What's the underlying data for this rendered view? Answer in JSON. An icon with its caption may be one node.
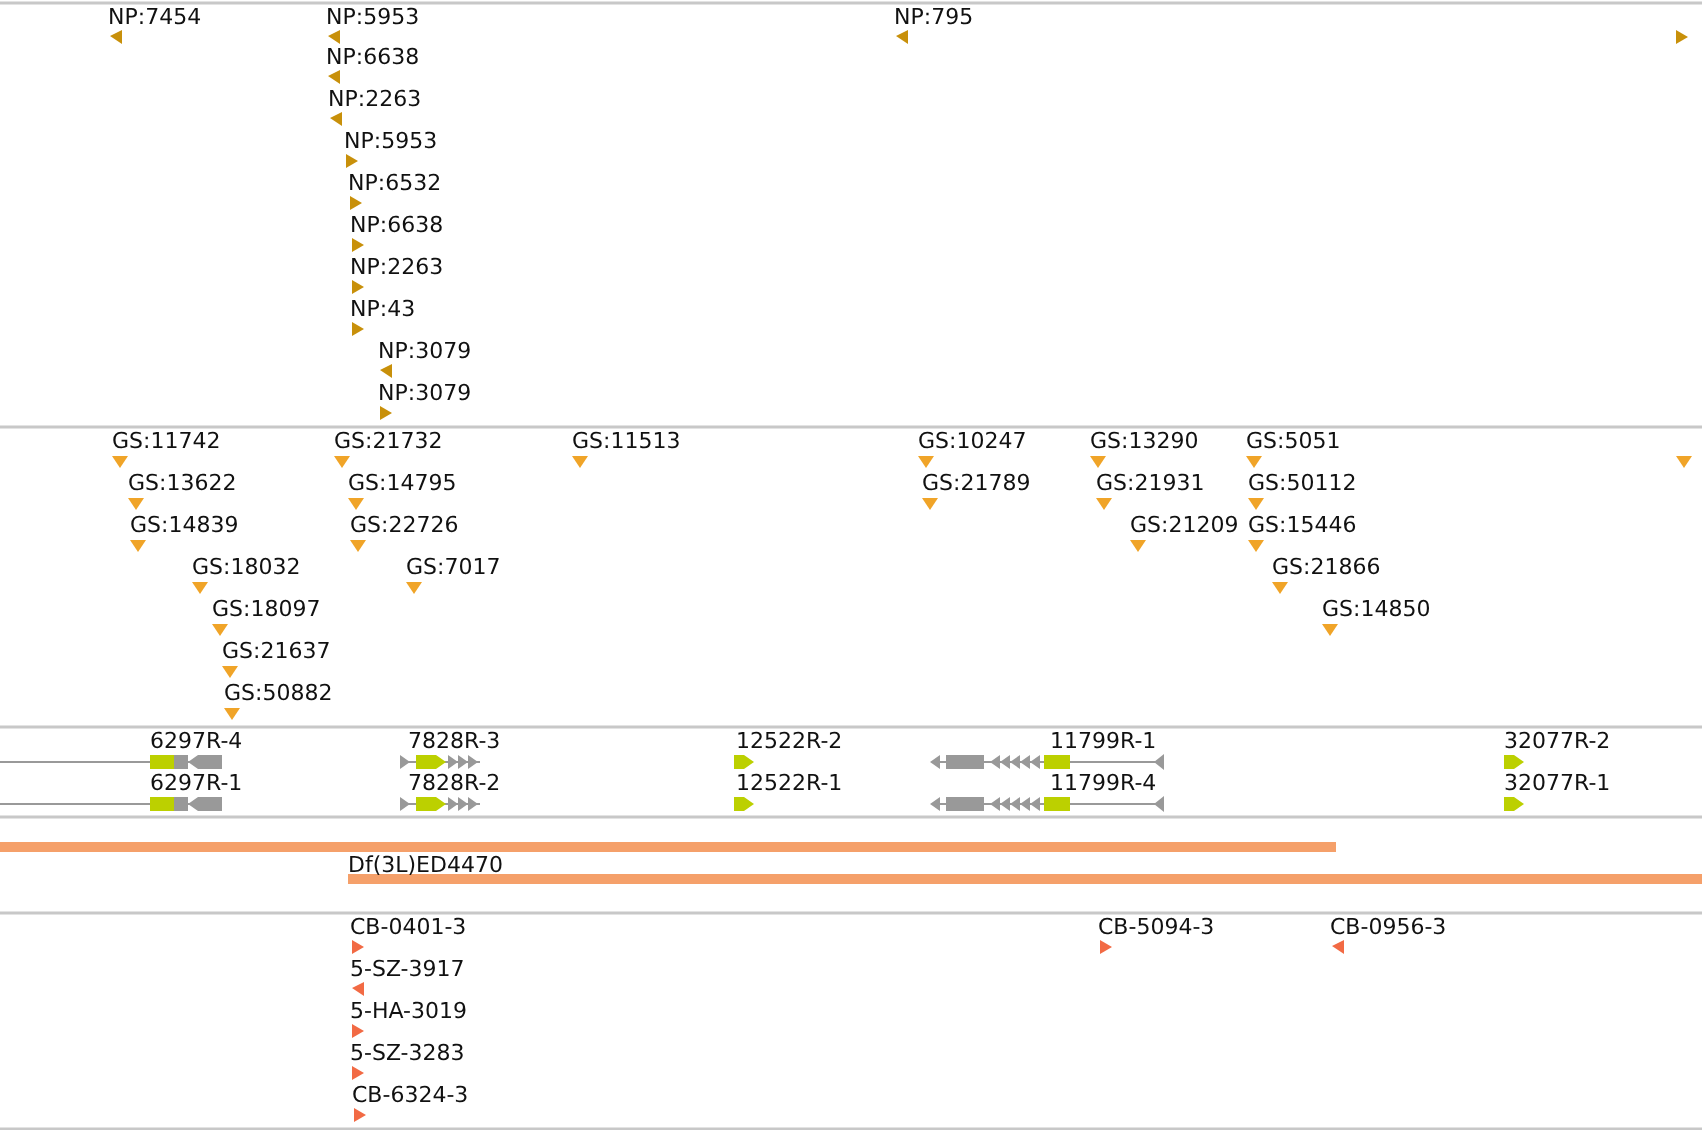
{
  "diagram": {
    "labels": [
      "NP:7454",
      "NP:5953",
      "NP:795",
      "NP:6638",
      "NP:2263",
      "NP:5953",
      "NP:6532",
      "NP:6638",
      "NP:2263",
      "NP:43",
      "NP:3079",
      "NP:3079",
      "GS:11742",
      "GS:21732",
      "GS:11513",
      "GS:10247",
      "GS:13290",
      "GS:5051",
      "GS:13622",
      "GS:14795",
      "GS:21789",
      "GS:21931",
      "GS:50112",
      "GS:14839",
      "GS:22726",
      "GS:21209",
      "GS:15446",
      "GS:18032",
      "GS:7017",
      "GS:21866",
      "GS:18097",
      "GS:14850",
      "GS:21637",
      "GS:50882",
      "6297R-4",
      "7828R-3",
      "12522R-2",
      "11799R-1",
      "32077R-2",
      "6297R-1",
      "7828R-2",
      "12522R-1",
      "11799R-4",
      "32077R-1",
      "Df(3L)ED4470",
      "CB-0401-3",
      "CB-5094-3",
      "CB-0956-3",
      "5-SZ-3917",
      "5-HA-3019",
      "5-SZ-3283",
      "CB-6324-3"
    ]
  }
}
